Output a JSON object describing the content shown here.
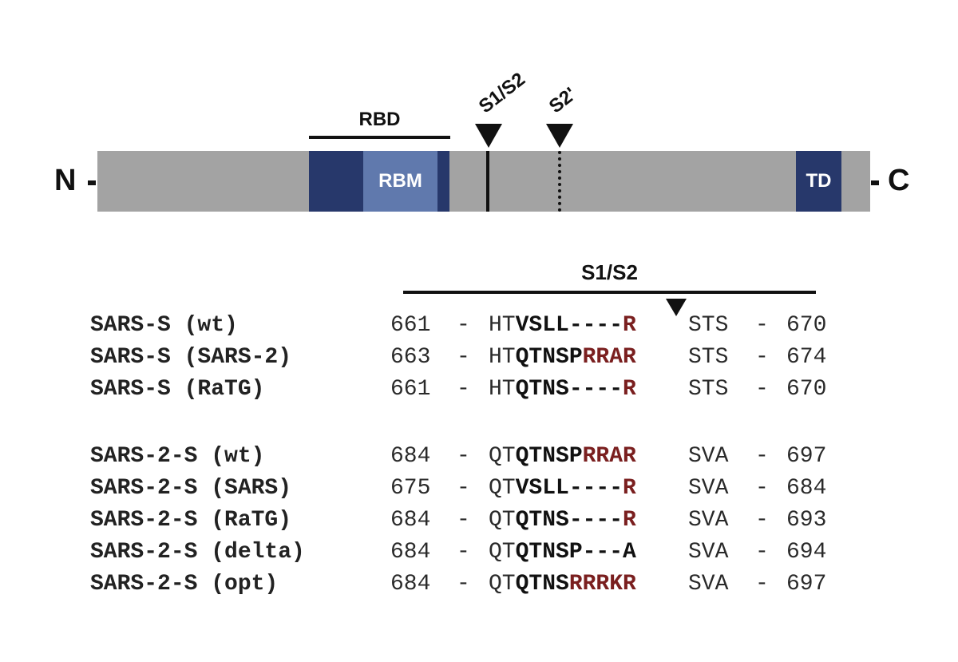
{
  "diagram": {
    "n_terminus": "N",
    "c_terminus": "C",
    "rbd_label": "RBD",
    "rbm_label": "RBM",
    "td_label": "TD",
    "s1s2_label": "S1/S2",
    "s2prime_label": "S2'",
    "colors": {
      "bar": "#a3a3a3",
      "dark_domain": "#27386b",
      "rbm": "#6079ad",
      "basic_residue": "#7a1f1f"
    }
  },
  "alignment": {
    "header": "S1/S2",
    "groups": [
      [
        {
          "name": "SARS-S (wt)",
          "start": "661",
          "prefix": "HT",
          "core": "VSLL",
          "gap": "----",
          "basic": "R",
          "tail": "STS",
          "end": "670"
        },
        {
          "name": "SARS-S (SARS-2)",
          "start": "663",
          "prefix": "HT",
          "core": "QTNSP",
          "gap": "",
          "basic": "RRAR",
          "tail": "STS",
          "end": "674"
        },
        {
          "name": "SARS-S (RaTG)",
          "start": "661",
          "prefix": "HT",
          "core": "QTNS",
          "gap": "----",
          "basic": "R",
          "tail": "STS",
          "end": "670"
        }
      ],
      [
        {
          "name": "SARS-2-S (wt)",
          "start": "684",
          "prefix": "QT",
          "core": "QTNSP",
          "gap": "",
          "basic": "RRAR",
          "tail": "SVA",
          "end": "697"
        },
        {
          "name": "SARS-2-S (SARS)",
          "start": "675",
          "prefix": "QT",
          "core": "VSLL",
          "gap": "----",
          "basic": "R",
          "tail": "SVA",
          "end": "684"
        },
        {
          "name": "SARS-2-S (RaTG)",
          "start": "684",
          "prefix": "QT",
          "core": "QTNS",
          "gap": "----",
          "basic": "R",
          "tail": "SVA",
          "end": "693"
        },
        {
          "name": "SARS-2-S (delta)",
          "start": "684",
          "prefix": "QT",
          "core": "QTNSP",
          "gap": "---",
          "basic": "",
          "black_end": "A",
          "tail": "SVA",
          "end": "694"
        },
        {
          "name": "SARS-2-S (opt)",
          "start": "684",
          "prefix": "QT",
          "core": "QTNS",
          "gap": "",
          "basic": "RRRKR",
          "tail": "SVA",
          "end": "697"
        }
      ]
    ]
  }
}
